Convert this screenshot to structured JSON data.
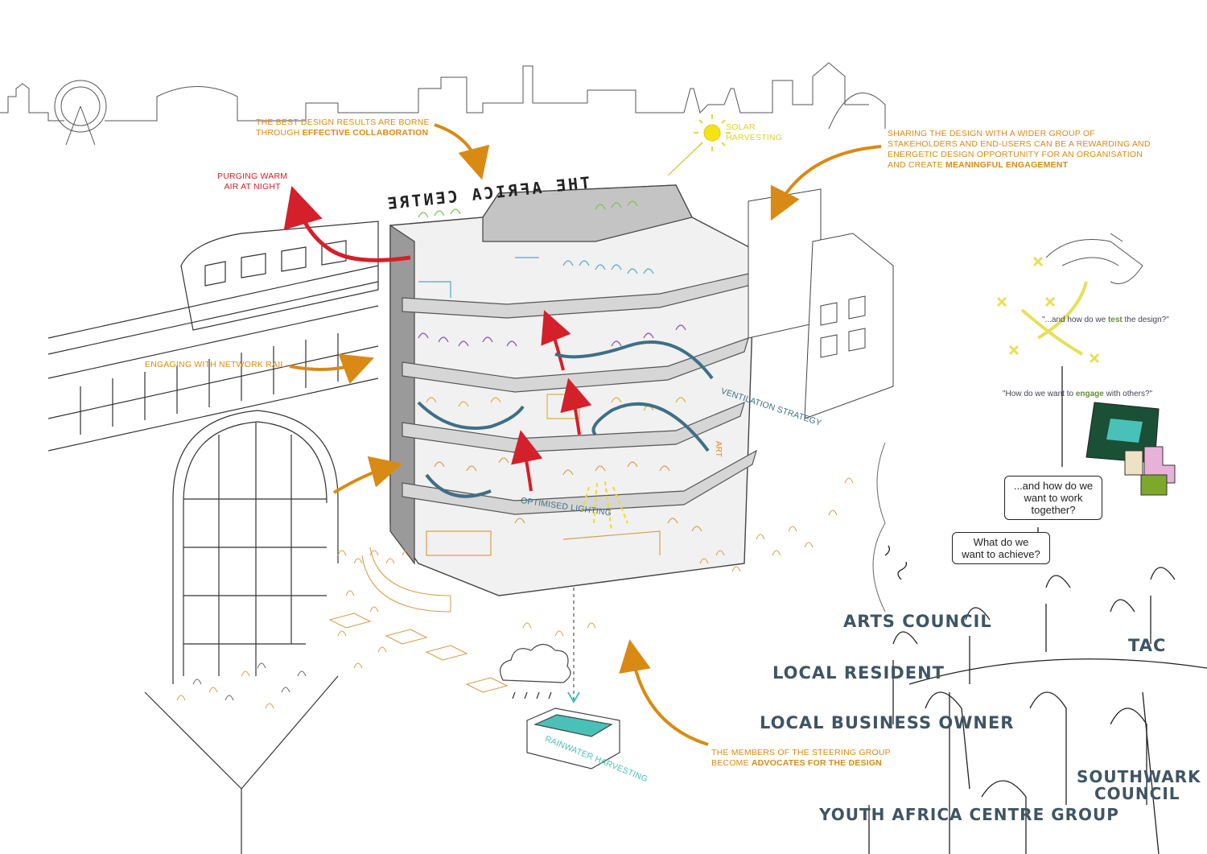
{
  "annotations": {
    "collaboration": {
      "line1": "THE BEST DESIGN RESULTS ARE BORNE",
      "line2_pre": "THROUGH ",
      "line2_bold": "EFFECTIVE COLLABORATION"
    },
    "solar": {
      "line1": "SOLAR",
      "line2": "HARVESTING"
    },
    "sharing": {
      "line1": "SHARING THE DESIGN WITH A WIDER GROUP OF",
      "line2": "STAKEHOLDERS AND END-USERS CAN BE A REWARDING AND",
      "line3": "ENERGETIC DESIGN OPPORTUNITY FOR AN ORGANISATION",
      "line4_pre": "AND CREATE ",
      "line4_bold": "MEANINGFUL ENGAGEMENT"
    },
    "purging": {
      "line1": "PURGING WARM",
      "line2": "AIR AT NIGHT"
    },
    "network_rail": "ENGAGING WITH NETWORK RAIL",
    "ventilation": "VENTILATION STRATEGY",
    "lighting": "OPTIMISED LIGHTING",
    "rainwater": "RAINWATER HARVESTING",
    "advocates": {
      "line1": "THE MEMBERS OF THE STEERING GROUP",
      "line2_pre": "BECOME ",
      "line2_bold": "ADVOCATES FOR THE DESIGN"
    }
  },
  "building_sign": "THE AFRICA CENTRE",
  "art_sign": "ART",
  "quotes": {
    "test": {
      "pre": "\"...and how do we ",
      "bold": "test",
      "post": " the design?\""
    },
    "engage": {
      "pre": "\"How do we want to ",
      "bold": "engage",
      "post": " with others?\""
    }
  },
  "bubbles": {
    "work_together": {
      "line1": "...and how do we",
      "line2": "want to work",
      "line3": "together?"
    },
    "achieve": {
      "line1": "What do we",
      "line2": "want to achieve?"
    }
  },
  "stakeholders": [
    "ARTS COUNCIL",
    "TAC",
    "LOCAL RESIDENT",
    "LOCAL BUSINESS OWNER",
    "SOUTHWARK",
    "COUNCIL",
    "YOUTH AFRICA CENTRE GROUP"
  ],
  "colors": {
    "orange": "#d98a14",
    "red": "#d4202a",
    "teal": "#3e6f86",
    "purple": "#8a4fa8",
    "blue": "#5aa6c8",
    "green": "#7cc05a",
    "aqua": "#49c1b8"
  }
}
